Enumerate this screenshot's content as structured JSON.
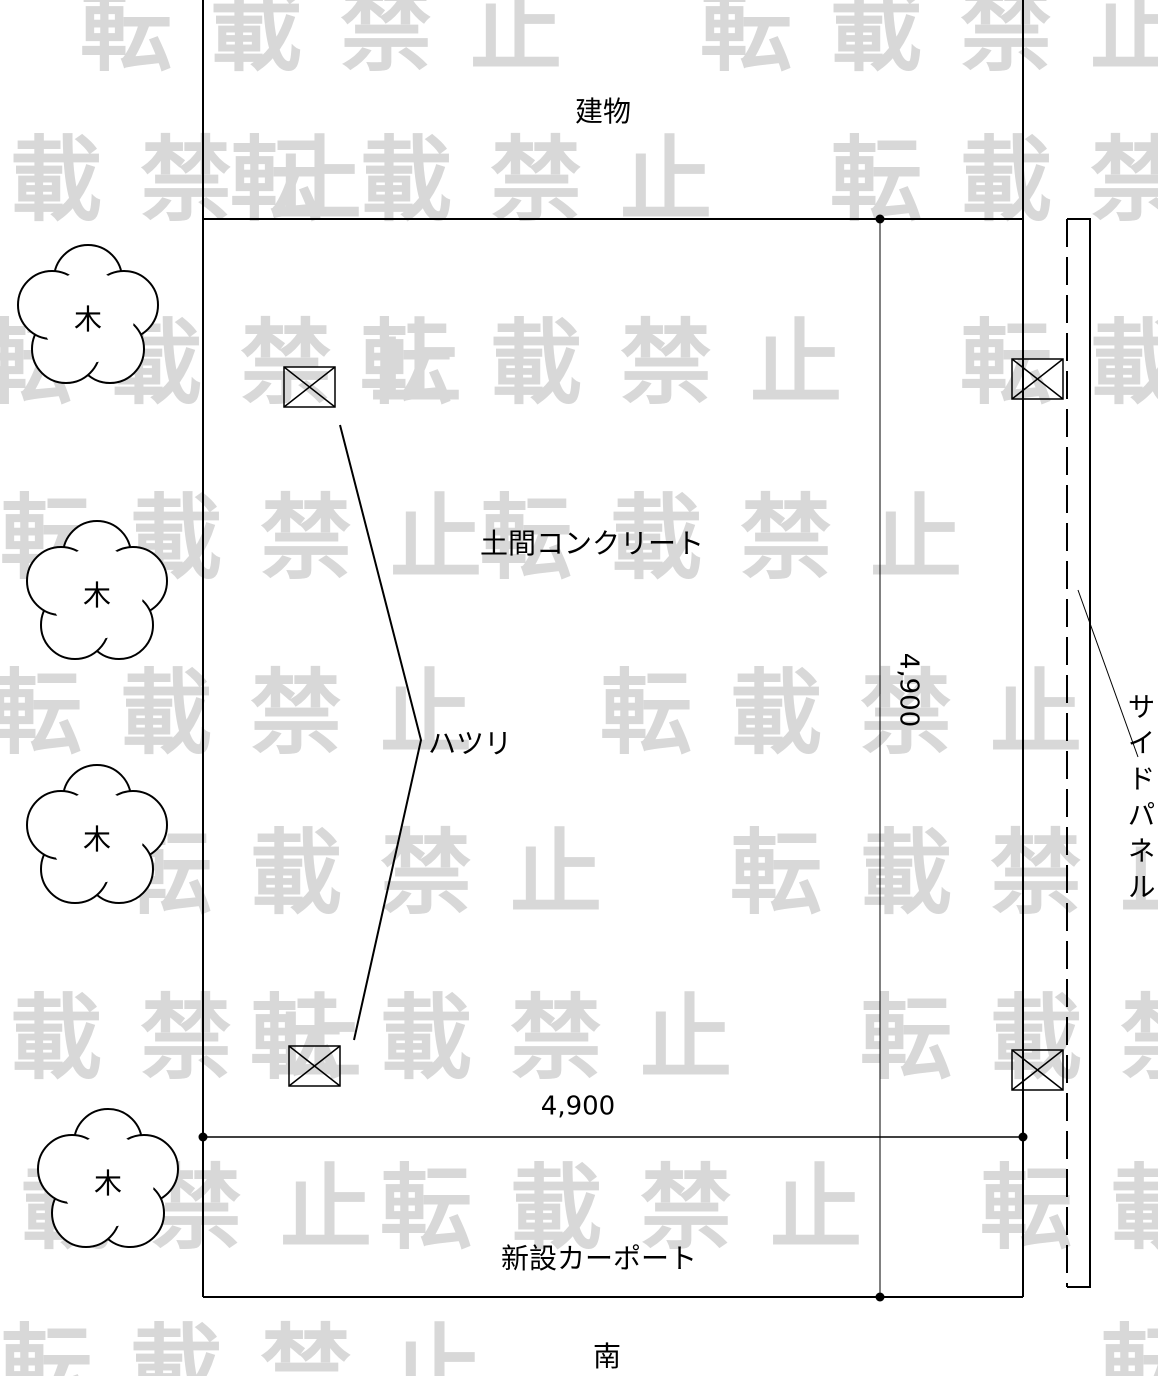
{
  "watermark": "転載禁止",
  "labels": {
    "building": "建物",
    "concrete_floor": "土間コンクリート",
    "chipping": "ハツリ",
    "carport": "新設カーポート",
    "south": "南",
    "side_panel": "サイドパネル",
    "tree": "木"
  },
  "dimensions": {
    "width": "4,900",
    "depth": "4,900"
  },
  "colors": {
    "line": "#000000",
    "watermark": "#d8d8d8",
    "background": "#ffffff"
  }
}
